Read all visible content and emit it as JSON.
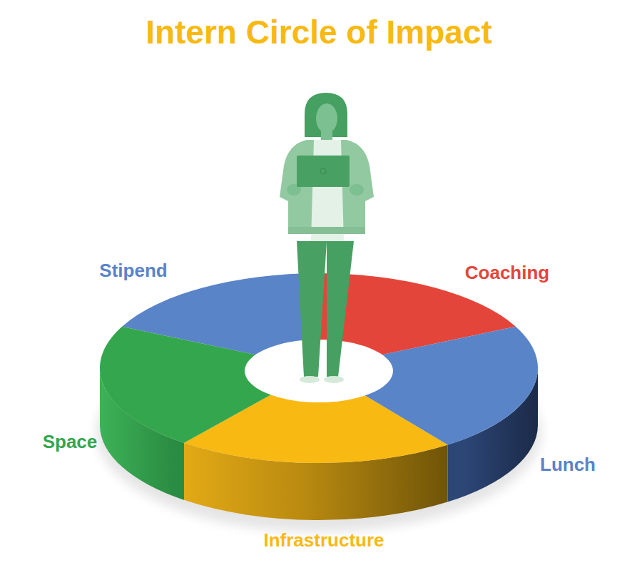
{
  "diagram": {
    "title": "Intern Circle of Impact",
    "labels": [
      "Stipend",
      "Coaching",
      "Space",
      "Lunch",
      "Infrastructure"
    ]
  }
}
